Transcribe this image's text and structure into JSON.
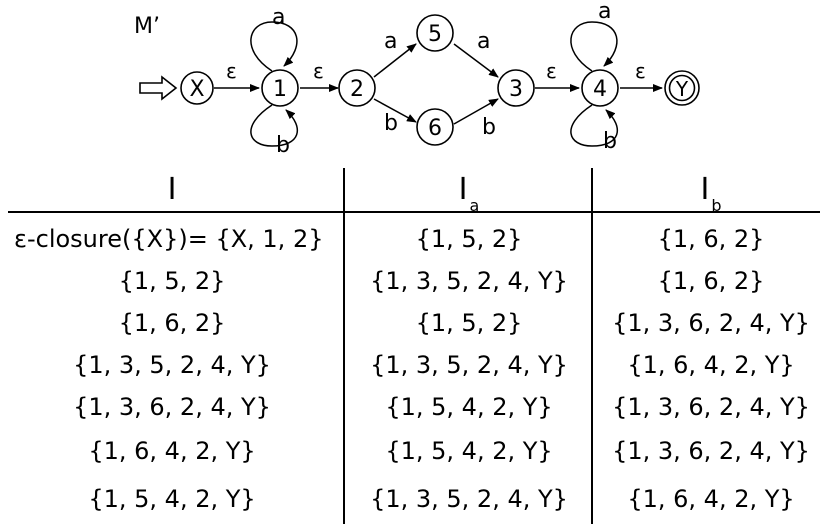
{
  "automaton": {
    "name": "M’",
    "states": [
      {
        "id": "X",
        "label": "X",
        "start": true,
        "final": false
      },
      {
        "id": "1",
        "label": "1"
      },
      {
        "id": "2",
        "label": "2"
      },
      {
        "id": "5",
        "label": "5"
      },
      {
        "id": "6",
        "label": "6"
      },
      {
        "id": "3",
        "label": "3"
      },
      {
        "id": "4",
        "label": "4"
      },
      {
        "id": "Y",
        "label": "Y",
        "final": true
      }
    ],
    "transitions": [
      {
        "from": "X",
        "to": "1",
        "symbol": "ε"
      },
      {
        "from": "1",
        "to": "1",
        "symbol": "a"
      },
      {
        "from": "1",
        "to": "1",
        "symbol": "b"
      },
      {
        "from": "1",
        "to": "2",
        "symbol": "ε"
      },
      {
        "from": "2",
        "to": "5",
        "symbol": "a"
      },
      {
        "from": "5",
        "to": "3",
        "symbol": "a"
      },
      {
        "from": "2",
        "to": "6",
        "symbol": "b"
      },
      {
        "from": "6",
        "to": "3",
        "symbol": "b"
      },
      {
        "from": "3",
        "to": "4",
        "symbol": "ε"
      },
      {
        "from": "4",
        "to": "4",
        "symbol": "a"
      },
      {
        "from": "4",
        "to": "4",
        "symbol": "b"
      },
      {
        "from": "4",
        "to": "Y",
        "symbol": "ε"
      }
    ]
  },
  "table": {
    "headers": {
      "col0": "I",
      "col1_main": "I",
      "col1_sub": "a",
      "col2_main": "I",
      "col2_sub": "b"
    },
    "rows": [
      {
        "I": "ε-closure({X})= {X, 1, 2}",
        "Ia": "{1, 5, 2}",
        "Ib": "{1, 6, 2}"
      },
      {
        "I": "{1, 5, 2}",
        "Ia": "{1, 3, 5, 2, 4, Y}",
        "Ib": "{1, 6, 2}"
      },
      {
        "I": "{1, 6, 2}",
        "Ia": "{1, 5, 2}",
        "Ib": "{1, 3, 6, 2, 4, Y}"
      },
      {
        "I": "{1, 3, 5, 2, 4, Y}",
        "Ia": "{1, 3, 5, 2, 4, Y}",
        "Ib": "{1, 6, 4, 2, Y}"
      },
      {
        "I": "{1, 3, 6, 2, 4, Y}",
        "Ia": "{1, 5, 4, 2, Y}",
        "Ib": "{1, 3, 6, 2, 4, Y}"
      },
      {
        "I": "{1, 6, 4, 2, Y}",
        "Ia": "{1, 5, 4, 2, Y}",
        "Ib": "{1, 3, 6, 2, 4, Y}"
      },
      {
        "I": "{1, 5, 4, 2, Y}",
        "Ia": "{1, 3, 5, 2, 4, Y}",
        "Ib": "{1, 6, 4, 2, Y}"
      }
    ]
  }
}
